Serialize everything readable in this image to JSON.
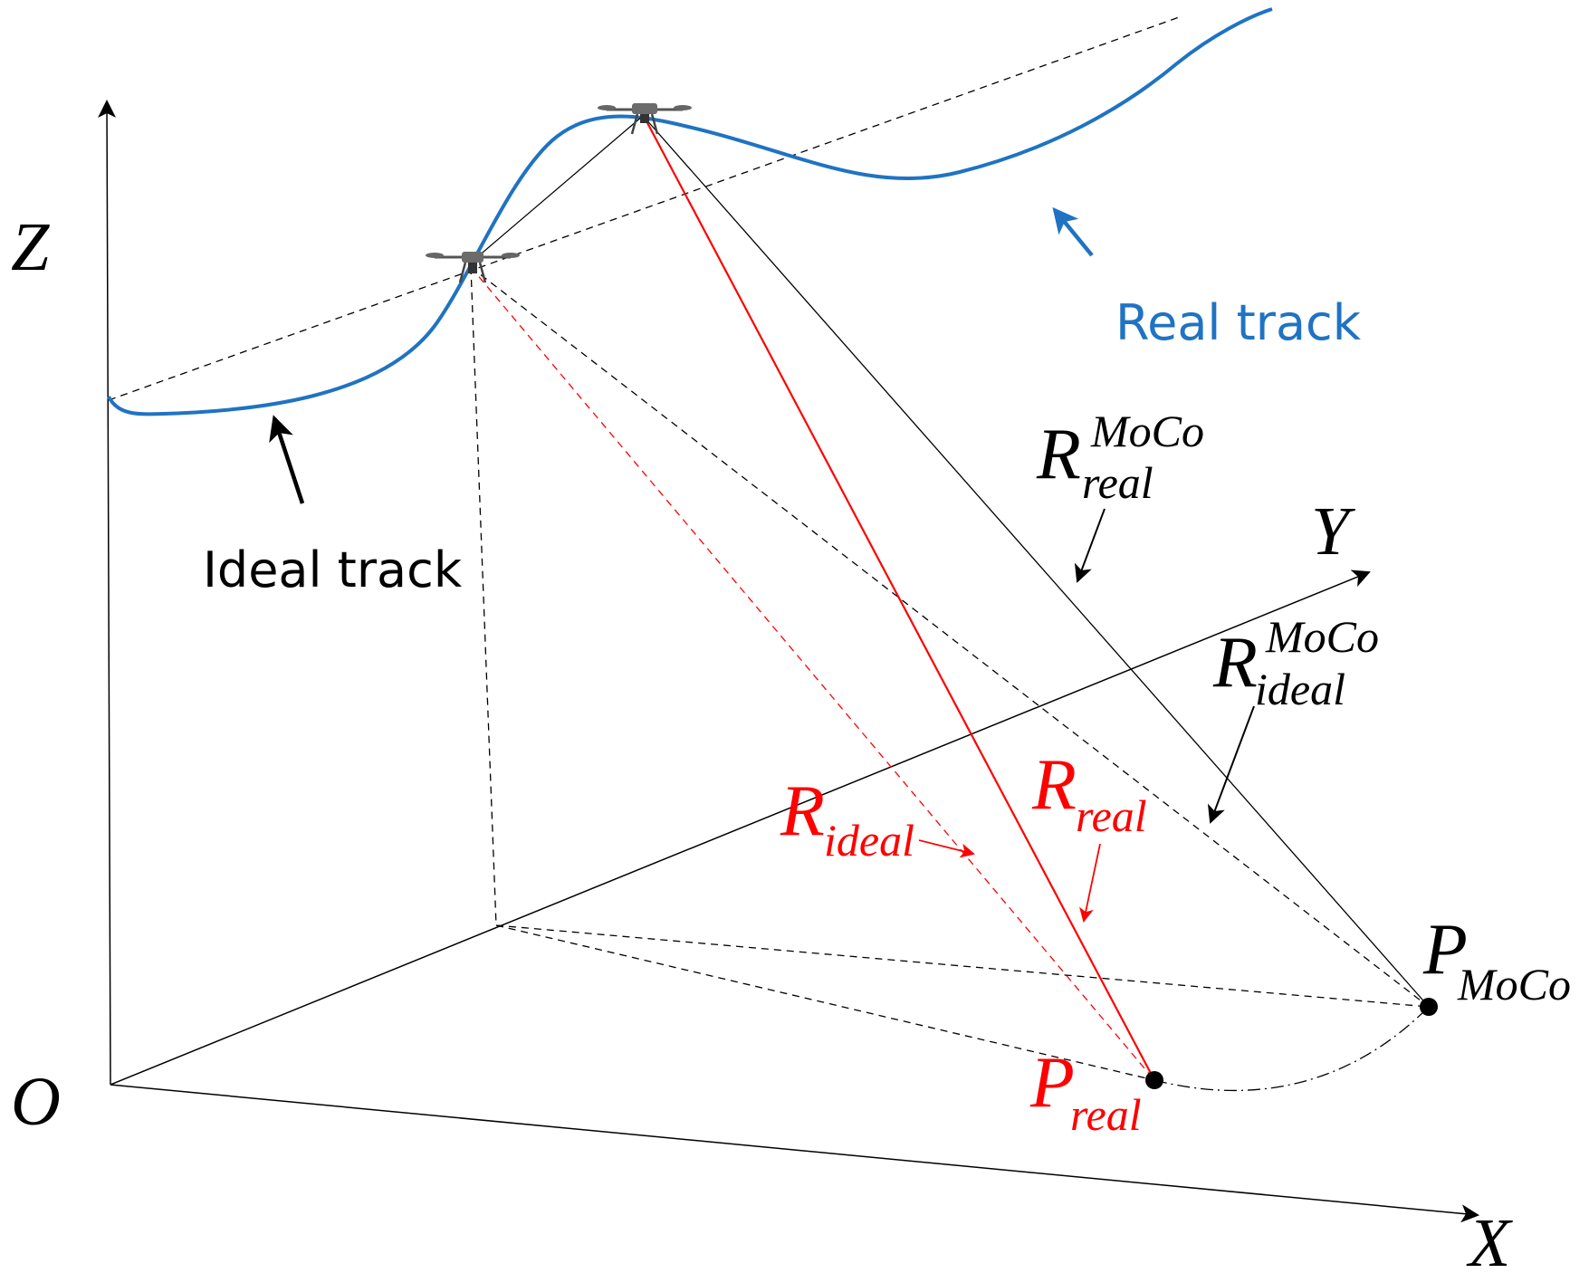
{
  "axes": {
    "origin_label": "O",
    "x_label": "X",
    "y_label": "Y",
    "z_label": "Z"
  },
  "tracks": {
    "real_track_label": "Real track",
    "ideal_track_label": "Ideal track"
  },
  "ranges": {
    "r_real_moco_base": "R",
    "r_real_moco_sup": "MoCo",
    "r_real_moco_sub": "real",
    "r_ideal_moco_base": "R",
    "r_ideal_moco_sup": "MoCo",
    "r_ideal_moco_sub": "ideal",
    "r_ideal_base": "R",
    "r_ideal_sub": "ideal",
    "r_real_base": "R",
    "r_real_sub": "real"
  },
  "points": {
    "p_moco_base": "P",
    "p_moco_sub": "MoCo",
    "p_real_base": "P",
    "p_real_sub": "real"
  },
  "colors": {
    "real_track": "#1f73c2",
    "real_range": "#ff0000",
    "line": "#000000",
    "ideal_track_label": "#000000"
  },
  "icons": {
    "platform_a": "drone-icon",
    "platform_b": "drone-icon"
  }
}
